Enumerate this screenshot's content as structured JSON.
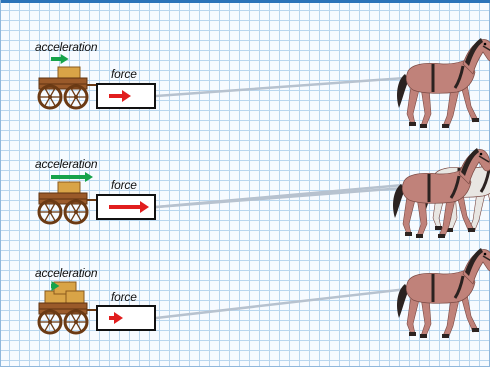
{
  "rows": [
    {
      "acceleration_label": "acceleration",
      "force_label": "force",
      "accel_level": 0.42,
      "force_level": 0.55,
      "horses": 1
    },
    {
      "acceleration_label": "acceleration",
      "force_label": "force",
      "accel_level": 1.0,
      "force_level": 1.0,
      "horses": 2
    },
    {
      "acceleration_label": "acceleration",
      "force_label": "force",
      "accel_level": 0.2,
      "force_level": 0.35,
      "horses": 1
    }
  ],
  "colors": {
    "accel_arrow": "#16a34a",
    "force_arrow": "#e11d1d",
    "horse_body": "#c0827a",
    "horse_dark": "#2b2220",
    "horse_white": "#e8e6e2",
    "rope": "#b7c2cf",
    "cart_wood": "#9a5a2a",
    "box": "#d9a447"
  }
}
